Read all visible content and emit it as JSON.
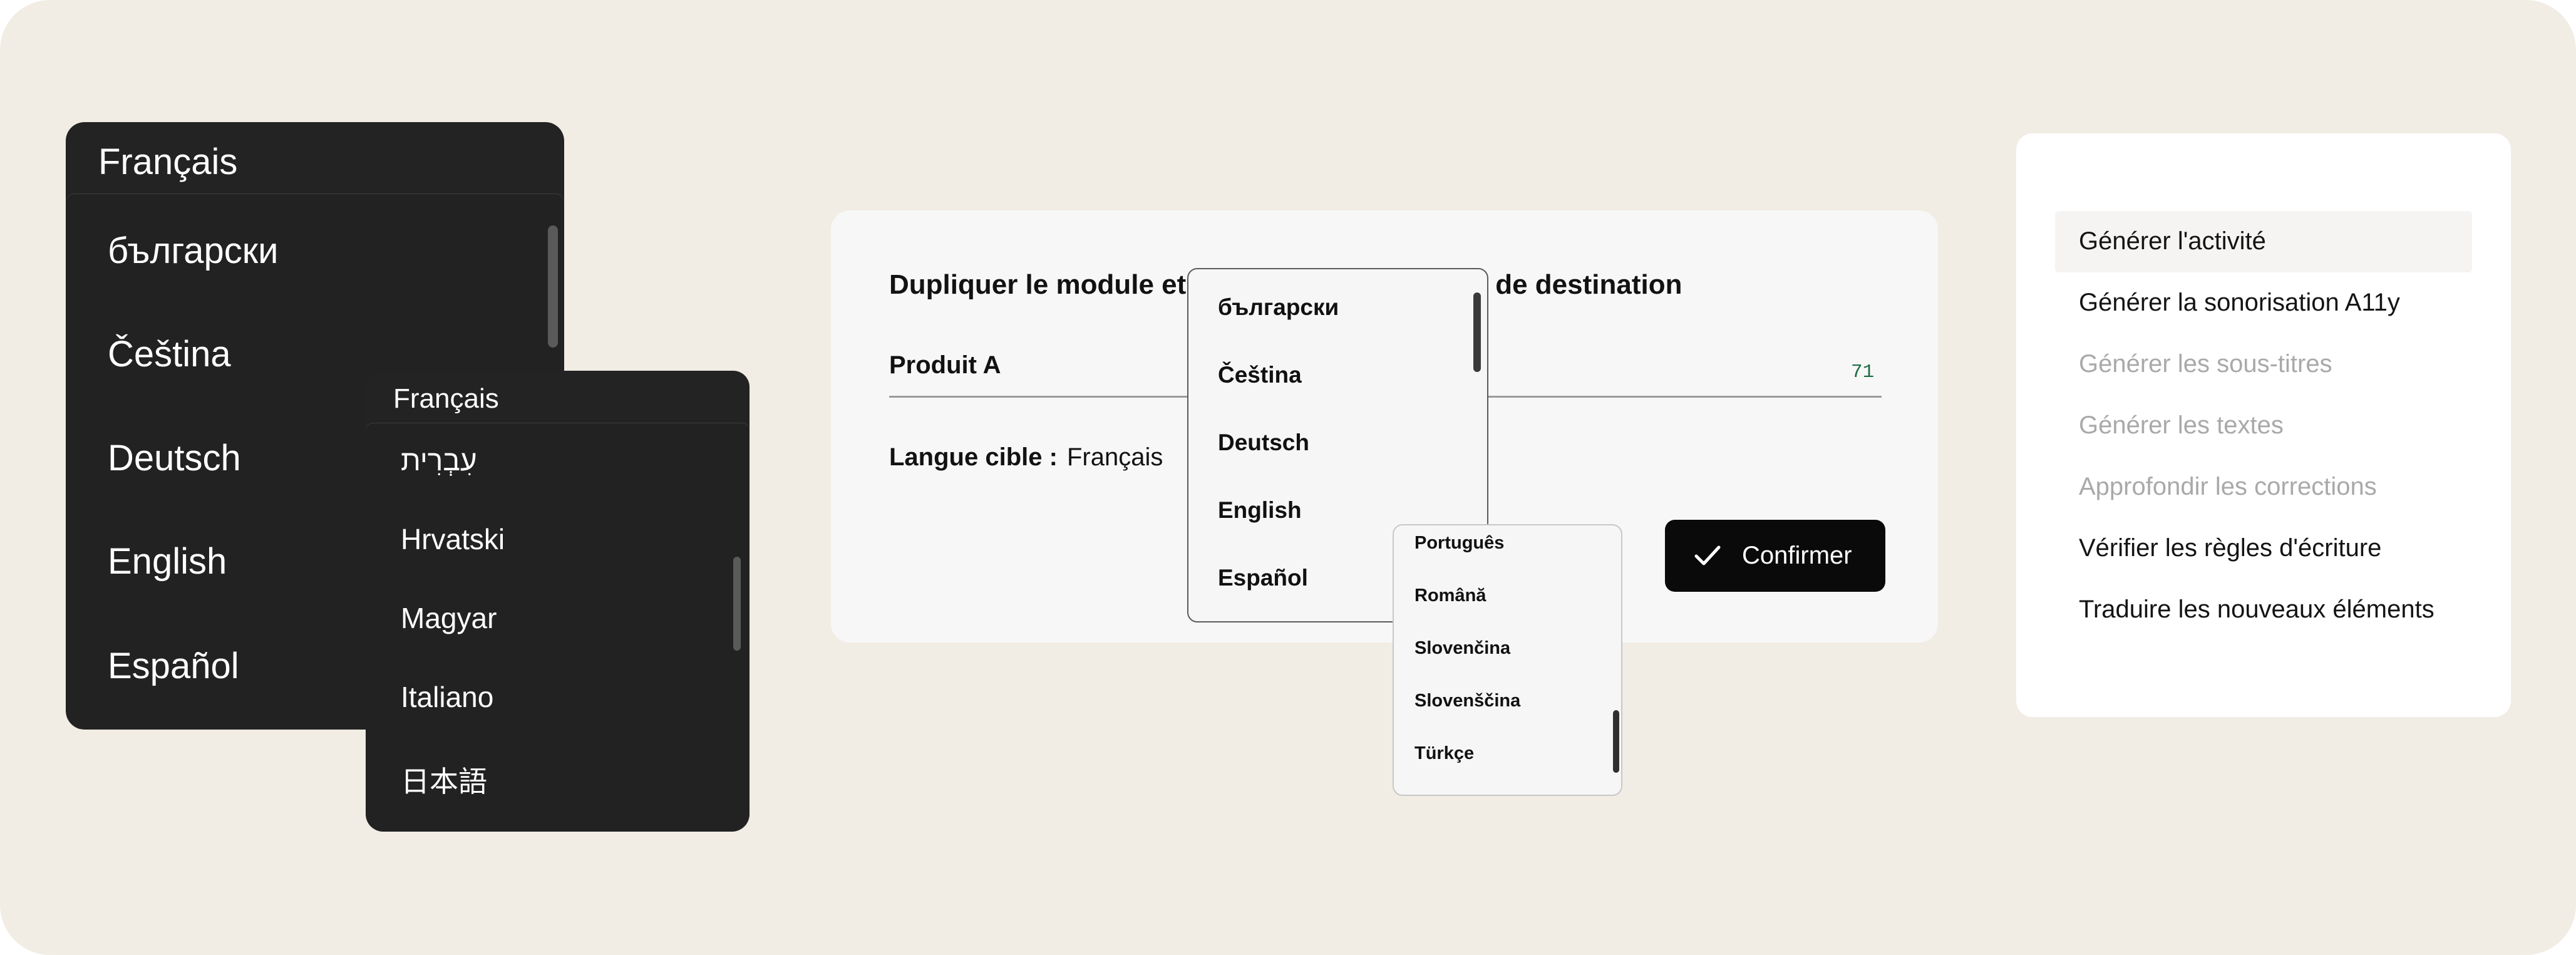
{
  "dropdown_a": {
    "selected": "Français",
    "options": [
      "български",
      "Čeština",
      "Deutsch",
      "English",
      "Español"
    ]
  },
  "dropdown_b": {
    "selected": "Français",
    "options": [
      "עִבְרִית",
      "Hrvatski",
      "Magyar",
      "Italiano",
      "日本語"
    ]
  },
  "dialog": {
    "title": "Dupliquer le module et traduire vers la langue de destination",
    "field_value": "Produit A",
    "char_count": "71",
    "target_label": "Langue cible :",
    "target_value": "Français",
    "confirm_label": "Confirmer"
  },
  "dropdown_c": {
    "options": [
      "български",
      "Čeština",
      "Deutsch",
      "English",
      "Español"
    ]
  },
  "dropdown_d": {
    "options": [
      "Português",
      "Română",
      "Slovenčina",
      "Slovenščina",
      "Türkçe"
    ]
  },
  "menu": {
    "items": [
      {
        "label": "Générer l'activité",
        "enabled": true
      },
      {
        "label": "Générer la sonorisation A11y",
        "enabled": true
      },
      {
        "label": "Générer les sous-titres",
        "enabled": false
      },
      {
        "label": "Générer les textes",
        "enabled": false
      },
      {
        "label": "Approfondir les corrections",
        "enabled": false
      },
      {
        "label": "Vérifier les règles d'écriture",
        "enabled": true
      },
      {
        "label": "Traduire les nouveaux éléments",
        "enabled": true
      }
    ]
  },
  "colors": {
    "background": "#f1ece4",
    "dark_surface": "#232323",
    "dialog_surface": "#f7f7f7",
    "primary_button": "#0a0a0a",
    "counter_text": "#1f6b43",
    "disabled_text": "#a9a9a9"
  }
}
